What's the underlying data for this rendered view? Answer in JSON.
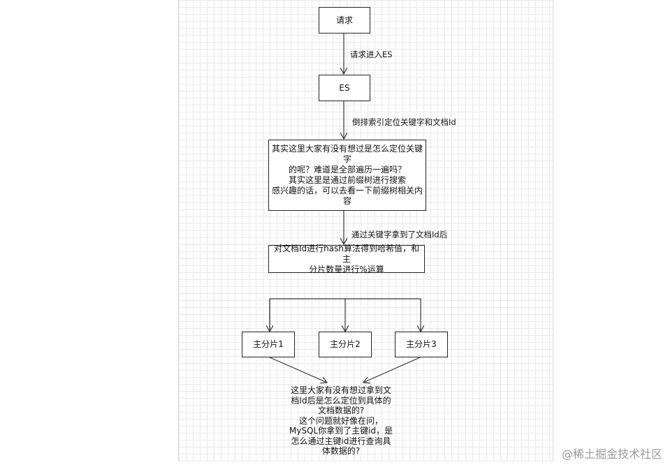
{
  "nodes": {
    "request": "请求",
    "es": "ES",
    "question": "其实这里大家有没有想过是怎么定位关键字\n的呢？难道是全部遍历一遍吗？\n其实这里是通过前缀树进行搜索\n感兴趣的话，可以去看一下前缀树相关内容",
    "hash": "对文档Id进行hash算法得到哈希值，和主\n分片数量进行%运算",
    "shard1": "主分片1",
    "shard2": "主分片2",
    "shard3": "主分片3"
  },
  "edge_labels": {
    "request_to_es": "请求进入ES",
    "es_to_question": "倒排索引定位关键字和文档Id",
    "question_to_hash": "通过关键字拿到了文档Id后"
  },
  "note": "这里大家有没有想过拿到文\n档Id后是怎么定位到具体的\n文档数据的?\n这个问题就好像在问，\nMySQL你拿到了主键id，是\n怎么通过主键id进行查询具\n体数据的?",
  "watermark": "@稀土掘金技术社区"
}
